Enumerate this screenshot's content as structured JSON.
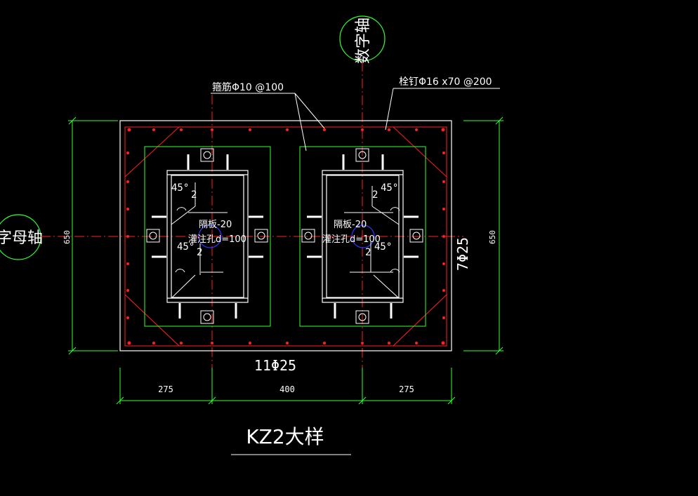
{
  "drawing": {
    "title": "KZ2大样",
    "axis_number_label": "数字轴",
    "axis_letter_label": "字母轴",
    "stirrup_note": "箍筋Φ10 @100",
    "stud_note": "栓钉Φ16 x70 @200",
    "top_bars": "11Φ25",
    "side_bars": "7Φ25",
    "dim_left_height": "650",
    "dim_right_height": "650",
    "dim_bottom": [
      "275",
      "400",
      "275"
    ],
    "diaphragm_label": "隔板-20",
    "grout_hole_label": "灌注孔d=100",
    "weld_angle": "45°",
    "weld_size": "2"
  },
  "colors": {
    "background": "#000000",
    "outline": "#ffffff",
    "rebar": "#ff2020",
    "dimension": "#33ff33",
    "axis": "#ff2020",
    "grout": "#3333ff"
  }
}
